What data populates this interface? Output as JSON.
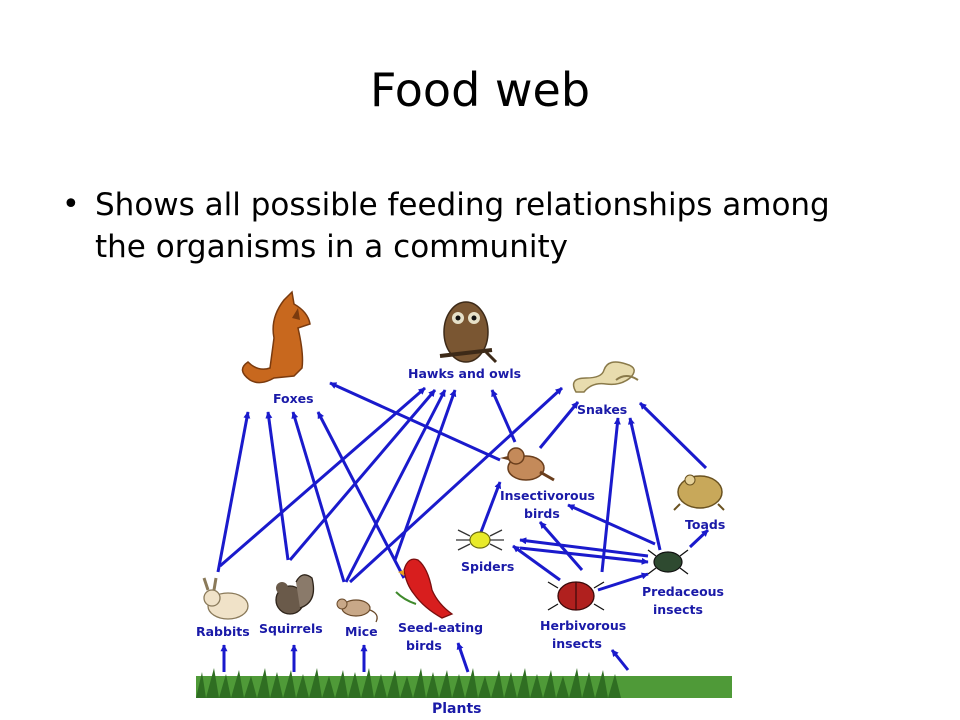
{
  "slide": {
    "title": "Food web",
    "bullet": "Shows all possible feeding relationships among the organisms in a community"
  },
  "diagram": {
    "nodes": {
      "foxes": "Foxes",
      "hawks": "Hawks and owls",
      "snakes": "Snakes",
      "insect_birds_1": "Insectivorous",
      "insect_birds_2": "birds",
      "toads": "Toads",
      "spiders": "Spiders",
      "predaceous_1": "Predaceous",
      "predaceous_2": "insects",
      "rabbits": "Rabbits",
      "squirrels": "Squirrels",
      "mice": "Mice",
      "seed_birds_1": "Seed-eating",
      "seed_birds_2": "birds",
      "herbivorous_1": "Herbivorous",
      "herbivorous_2": "insects",
      "plants": "Plants"
    },
    "colors": {
      "arrow": "#1a1acc",
      "label": "#1a1aa8",
      "grass": "#3f8a2c"
    },
    "feeding_links": [
      [
        "Plants",
        "Rabbits"
      ],
      [
        "Plants",
        "Squirrels"
      ],
      [
        "Plants",
        "Mice"
      ],
      [
        "Plants",
        "Seed-eating birds"
      ],
      [
        "Plants",
        "Herbivorous insects"
      ],
      [
        "Rabbits",
        "Foxes"
      ],
      [
        "Squirrels",
        "Foxes"
      ],
      [
        "Mice",
        "Foxes"
      ],
      [
        "Seed-eating birds",
        "Foxes"
      ],
      [
        "Insectivorous birds",
        "Foxes"
      ],
      [
        "Rabbits",
        "Hawks and owls"
      ],
      [
        "Squirrels",
        "Hawks and owls"
      ],
      [
        "Mice",
        "Hawks and owls"
      ],
      [
        "Seed-eating birds",
        "Hawks and owls"
      ],
      [
        "Insectivorous birds",
        "Hawks and owls"
      ],
      [
        "Mice",
        "Snakes"
      ],
      [
        "Insectivorous birds",
        "Snakes"
      ],
      [
        "Herbivorous insects",
        "Snakes"
      ],
      [
        "Predaceous insects",
        "Snakes"
      ],
      [
        "Toads",
        "Snakes"
      ],
      [
        "Spiders",
        "Insectivorous birds"
      ],
      [
        "Herbivorous insects",
        "Insectivorous birds"
      ],
      [
        "Predaceous insects",
        "Insectivorous birds"
      ],
      [
        "Herbivorous insects",
        "Spiders"
      ],
      [
        "Predaceous insects",
        "Spiders"
      ],
      [
        "Spiders",
        "Predaceous insects"
      ],
      [
        "Herbivorous insects",
        "Predaceous insects"
      ],
      [
        "Predaceous insects",
        "Toads"
      ]
    ]
  }
}
